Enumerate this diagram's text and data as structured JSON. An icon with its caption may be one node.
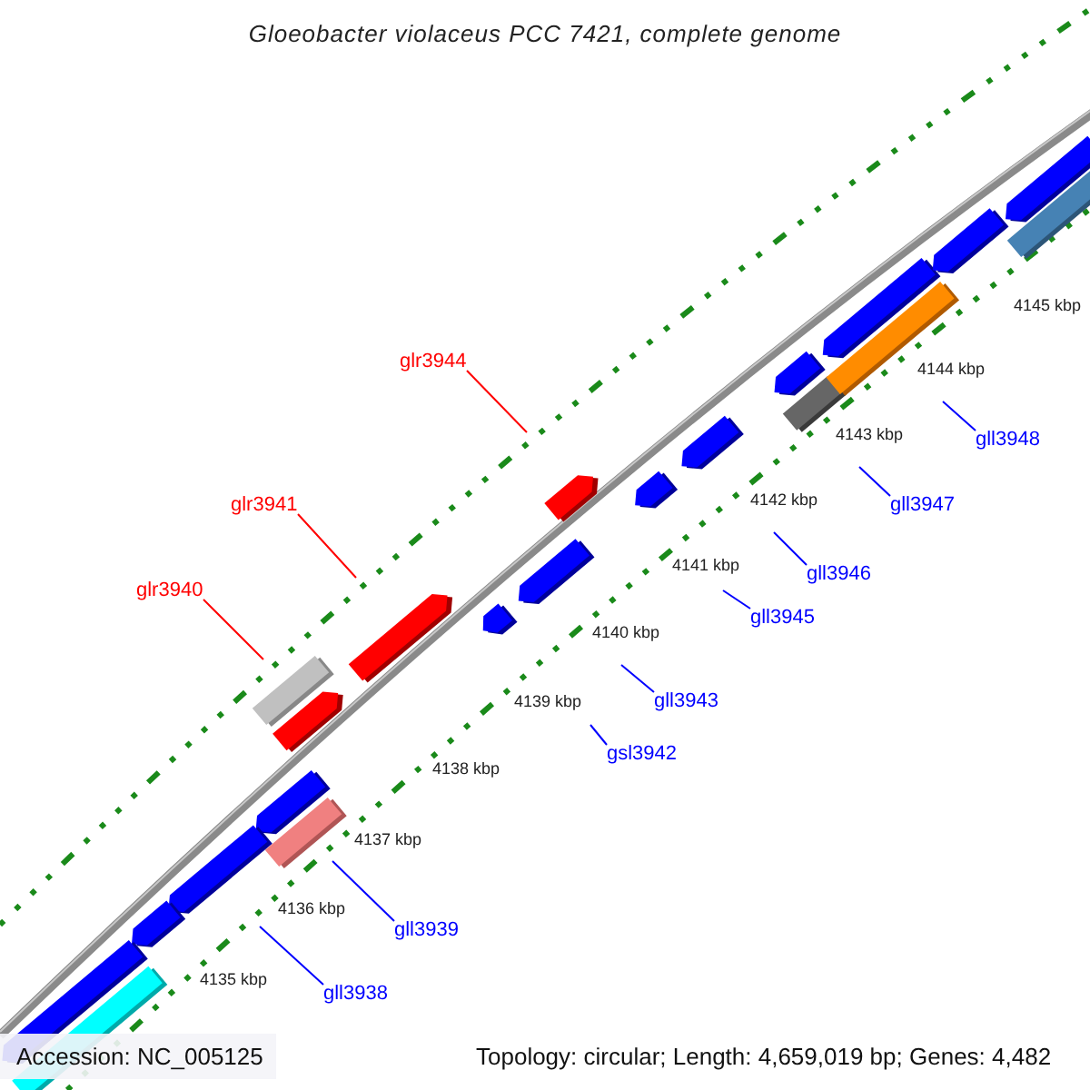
{
  "diagram": {
    "title": "Gloeobacter violaceus PCC 7421, complete genome",
    "nodes": [
      {
        "text": [
          "glr3944"
        ]
      },
      {
        "text": [
          "gll3948"
        ]
      },
      {
        "text": [
          "glr3941"
        ]
      },
      {
        "text": [
          "gll3947"
        ]
      },
      {
        "text": [
          "gll3946"
        ]
      },
      {
        "text": [
          "glr3940"
        ]
      },
      {
        "text": [
          "gll3945"
        ]
      },
      {
        "text": [
          "gll3943"
        ]
      },
      {
        "text": [
          "gsl3942"
        ]
      },
      {
        "text": [
          "gll3939"
        ]
      },
      {
        "text": [
          "gll3938"
        ]
      }
    ],
    "edges": [
      {
        "from": 0,
        "to": null,
        "arrow": "none",
        "color": "#ff0000"
      },
      {
        "from": 1,
        "to": null,
        "arrow": "none"
      },
      {
        "from": 2,
        "to": null,
        "arrow": "none",
        "color": "#ff0000"
      },
      {
        "from": 3,
        "to": null,
        "arrow": "none"
      },
      {
        "from": 4,
        "to": null,
        "arrow": "none"
      },
      {
        "from": 5,
        "to": null,
        "arrow": "none",
        "color": "#ff0000"
      },
      {
        "from": 6,
        "to": null,
        "arrow": "none"
      },
      {
        "from": 7,
        "to": null,
        "arrow": "none"
      },
      {
        "from": 8,
        "to": null,
        "arrow": "none"
      },
      {
        "from": 9,
        "to": null,
        "arrow": "none"
      },
      {
        "from": 10,
        "to": null,
        "arrow": "none"
      }
    ],
    "labels": [
      "4145 kbp",
      "4144 kbp",
      "4143 kbp",
      "4142 kbp",
      "4141 kbp",
      "4140 kbp",
      "4139 kbp",
      "4138 kbp",
      "4137 kbp",
      "4136 kbp",
      "4135 kbp",
      "Accession: NC_005125",
      "Topology: circular; Length: 4,659,019 bp; Genes: 4,482"
    ]
  }
}
